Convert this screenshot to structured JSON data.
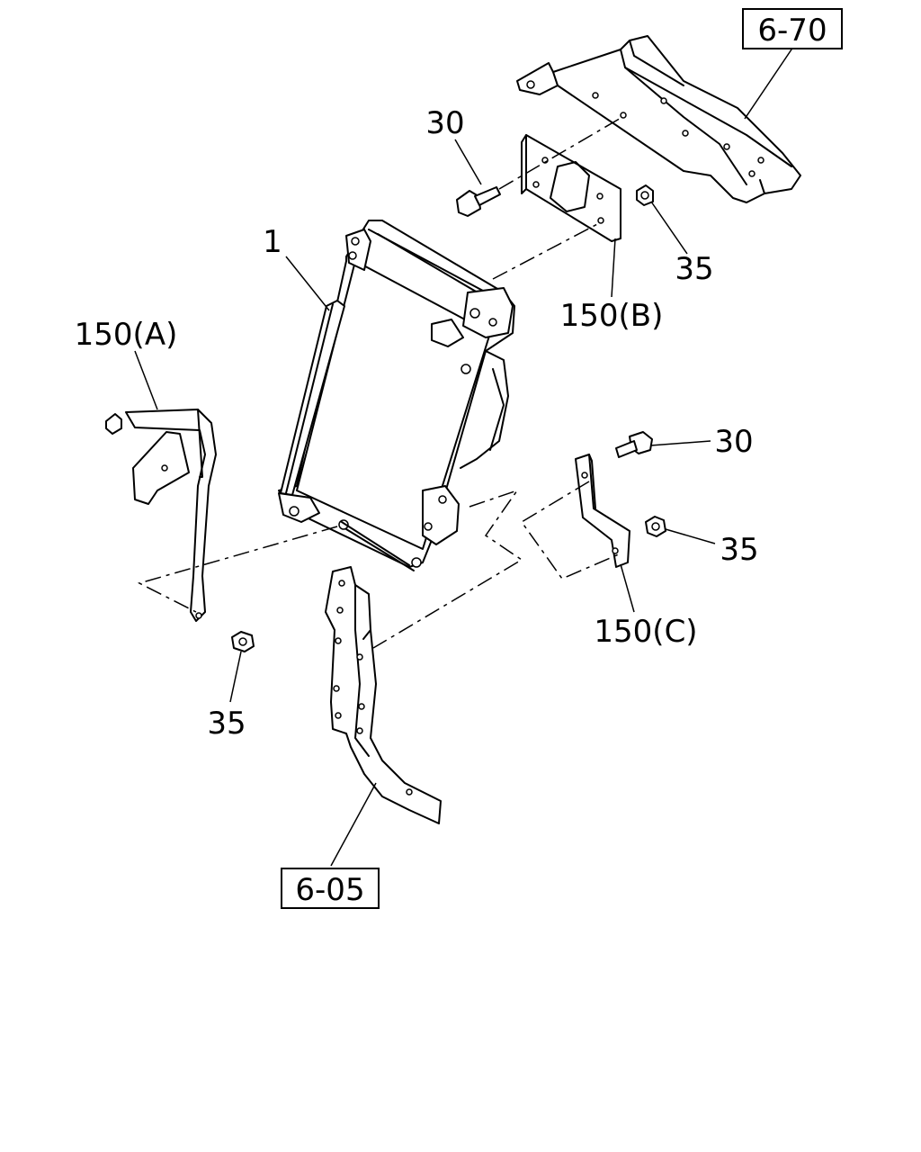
{
  "callouts": {
    "ref_6_70": "6-70",
    "ref_6_05": "6-05",
    "part_1": "1",
    "bolt_30_top": "30",
    "bolt_30_right": "30",
    "nut_35_top": "35",
    "nut_35_right": "35",
    "nut_35_bottom": "35",
    "bracket_150a": "150(A)",
    "bracket_150b": "150(B)",
    "bracket_150c": "150(C)"
  }
}
